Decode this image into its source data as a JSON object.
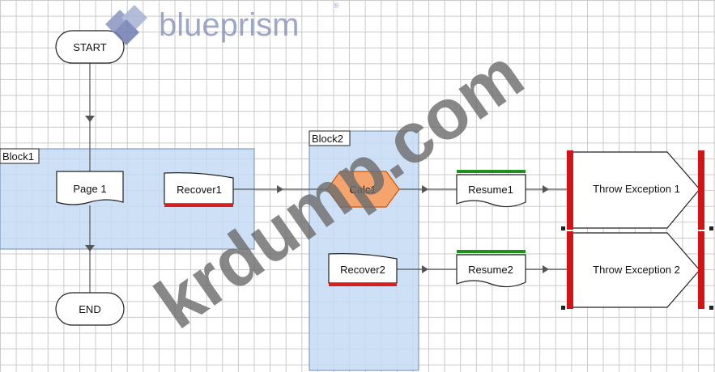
{
  "logo": {
    "text": "blueprism",
    "reg": "®"
  },
  "watermark": {
    "text": "krdump.com"
  },
  "blocks": {
    "block1": {
      "label": "Block1"
    },
    "block2": {
      "label": "Block2"
    }
  },
  "nodes": {
    "start": "START",
    "end": "END",
    "page1": "Page 1",
    "recover1": "Recover1",
    "recover2": "Recover2",
    "calc1": "Calc1",
    "resume1": "Resume1",
    "resume2": "Resume2",
    "throw1": "Throw Exception 1",
    "throw2": "Throw Exception 2"
  },
  "colors": {
    "block_fill": "#c5dbf3",
    "block_border": "#6f8db4",
    "recover_bar": "#d62020",
    "resume_bar": "#1f8f1f",
    "exception_bar": "#d41414",
    "calc_fill": "#f4a46c",
    "calc_stroke": "#d35400",
    "link": "#555555"
  }
}
